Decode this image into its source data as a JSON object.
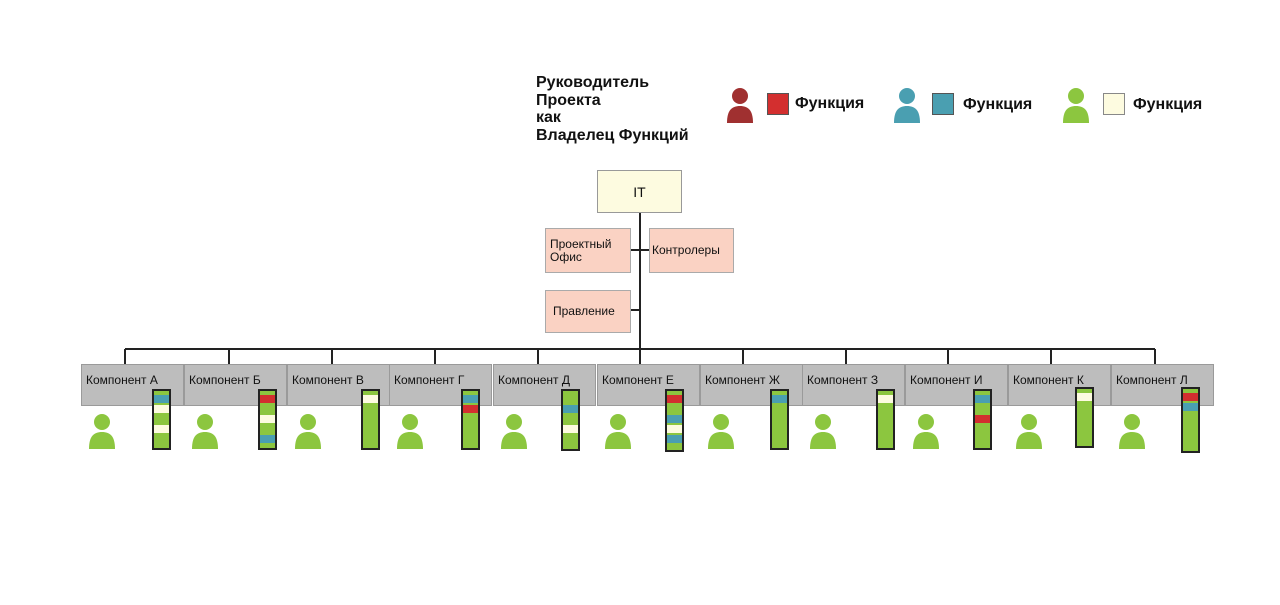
{
  "colors": {
    "red": "#d32f2f",
    "teal": "#4a9fb1",
    "cream": "#fdfbe0",
    "green": "#8cc63f",
    "dark_red_person": "#a03030",
    "teal_person": "#4a9fb1",
    "green_person": "#8cc63f"
  },
  "title": {
    "line1": "Руководитель",
    "line2": "Проекта",
    "line3": "как",
    "line4": "Владелец Функций"
  },
  "legend": [
    {
      "icon": "person-icon",
      "person_color": "#a03030",
      "swatch_color": "#d32f2f",
      "label": "Функция"
    },
    {
      "icon": "person-icon",
      "person_color": "#4a9fb1",
      "swatch_color": "#4a9fb1",
      "label": "Функция"
    },
    {
      "icon": "person-icon",
      "person_color": "#8cc63f",
      "swatch_color": "#fdfbe0",
      "label": "Функция"
    }
  ],
  "org": {
    "root": "IT",
    "project_office_line1": "Проектный",
    "project_office_line2": "Офис",
    "controllers": "Контролеры",
    "board": "Правление"
  },
  "components": [
    {
      "label": "Компонент А",
      "segments": [
        "teal",
        "cream",
        "green",
        "cream"
      ]
    },
    {
      "label": "Компонент Б",
      "segments": [
        "red",
        "green",
        "cream",
        "green",
        "teal"
      ]
    },
    {
      "label": "Компонент В",
      "segments": [
        "cream"
      ]
    },
    {
      "label": "Компонент Г",
      "segments": [
        "teal",
        "red"
      ]
    },
    {
      "label": "Компонент Д",
      "segments": [
        "green",
        "teal",
        "green",
        "cream"
      ]
    },
    {
      "label": "Компонент Е",
      "segments": [
        "red",
        "green",
        "teal",
        "cream",
        "teal",
        "green"
      ]
    },
    {
      "label": "Компонент Ж",
      "segments": [
        "teal"
      ]
    },
    {
      "label": "Компонент З",
      "segments": [
        "cream"
      ]
    },
    {
      "label": "Компонент И",
      "segments": [
        "teal",
        "green",
        "red"
      ]
    },
    {
      "label": "Компонент К",
      "segments": [
        "cream"
      ]
    },
    {
      "label": "Компонент Л",
      "segments": [
        "red",
        "teal"
      ]
    }
  ]
}
